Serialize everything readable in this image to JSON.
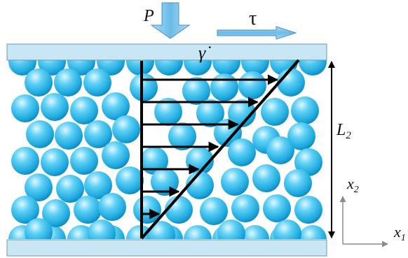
{
  "labels": {
    "pressure": "P",
    "shear_stress": "τ",
    "shear_rate": "γ̇",
    "gap_length": "L",
    "gap_length_sub": "2",
    "axis_x2": "x",
    "axis_x2_sub": "2",
    "axis_x1": "x",
    "axis_x1_sub": "1"
  },
  "colors": {
    "plate_fill": "#c9e6f4",
    "plate_stroke": "#6f98ad",
    "arrow_fill": "#7ec3ea",
    "arrow_stroke": "#4d8fbf",
    "sphere_light": "#c8f0ff",
    "sphere_mid": "#33c2f0",
    "sphere_dark": "#0e86bf",
    "profile": "#000000",
    "axis": "#8a8a8a"
  },
  "velocity_profile": {
    "shape": "linear",
    "arrow_count": 7
  }
}
